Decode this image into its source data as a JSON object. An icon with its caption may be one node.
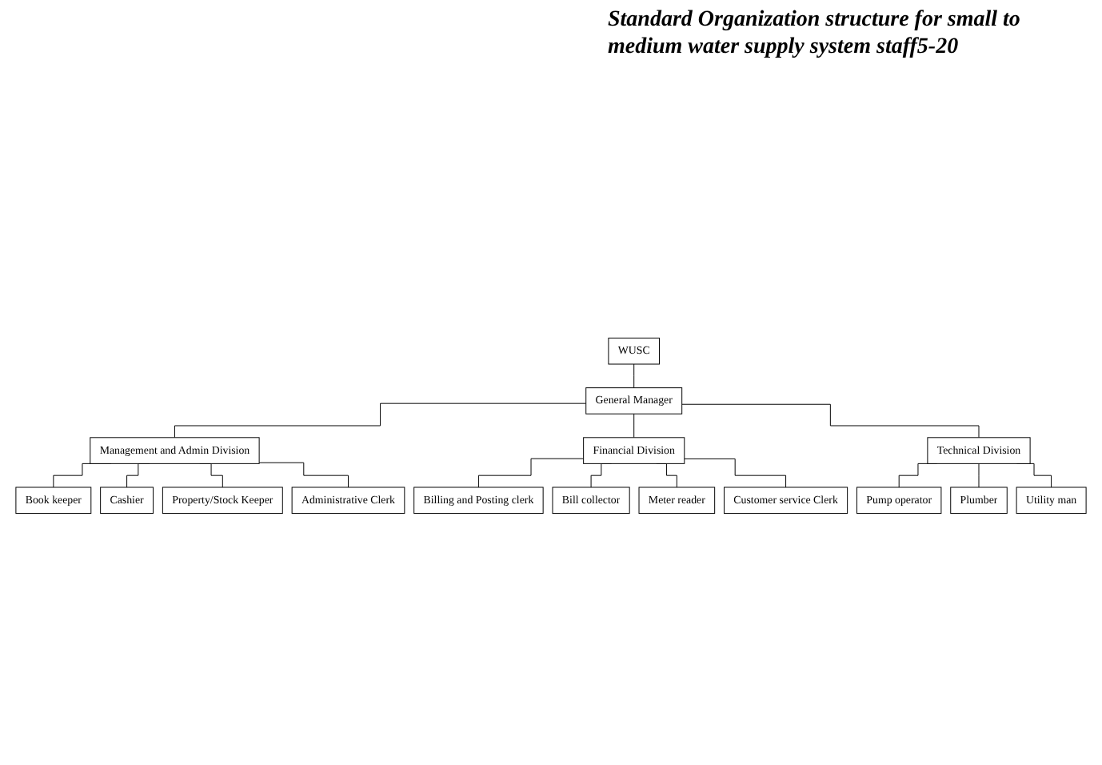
{
  "diagram": {
    "title": "Standard Organization structure for small to medium water supply system staff5-20",
    "nodes": [
      {
        "text": [
          "WUSC"
        ]
      },
      {
        "text": [
          "General Manager"
        ]
      },
      {
        "text": [
          "Management and Admin Division"
        ]
      },
      {
        "text": [
          "Financial Division"
        ]
      },
      {
        "text": [
          "Technical Division"
        ]
      },
      {
        "text": [
          "Book keeper"
        ]
      },
      {
        "text": [
          "Cashier"
        ]
      },
      {
        "text": [
          "Property/Stock Keeper"
        ]
      },
      {
        "text": [
          "Administrative Clerk"
        ]
      },
      {
        "text": [
          "Billing and Posting clerk"
        ]
      },
      {
        "text": [
          "Bill collector"
        ]
      },
      {
        "text": [
          "Meter reader"
        ]
      },
      {
        "text": [
          "Customer service Clerk"
        ]
      },
      {
        "text": [
          "Pump operator"
        ]
      },
      {
        "text": [
          "Plumber"
        ]
      },
      {
        "text": [
          "Utility man"
        ]
      }
    ],
    "edges": [
      {
        "from": 0,
        "to": 1,
        "arrow": "none"
      },
      {
        "from": 1,
        "to": 2,
        "arrow": "none"
      },
      {
        "from": 1,
        "to": 3,
        "arrow": "none"
      },
      {
        "from": 1,
        "to": 4,
        "arrow": "none"
      },
      {
        "from": 2,
        "to": 5,
        "arrow": "none"
      },
      {
        "from": 2,
        "to": 6,
        "arrow": "none"
      },
      {
        "from": 2,
        "to": 7,
        "arrow": "none"
      },
      {
        "from": 2,
        "to": 8,
        "arrow": "none"
      },
      {
        "from": 3,
        "to": 9,
        "arrow": "none"
      },
      {
        "from": 3,
        "to": 10,
        "arrow": "none"
      },
      {
        "from": 3,
        "to": 11,
        "arrow": "none"
      },
      {
        "from": 3,
        "to": 12,
        "arrow": "none"
      },
      {
        "from": 4,
        "to": 13,
        "arrow": "none"
      },
      {
        "from": 4,
        "to": 14,
        "arrow": "none"
      },
      {
        "from": 4,
        "to": 15,
        "arrow": "none"
      }
    ]
  }
}
